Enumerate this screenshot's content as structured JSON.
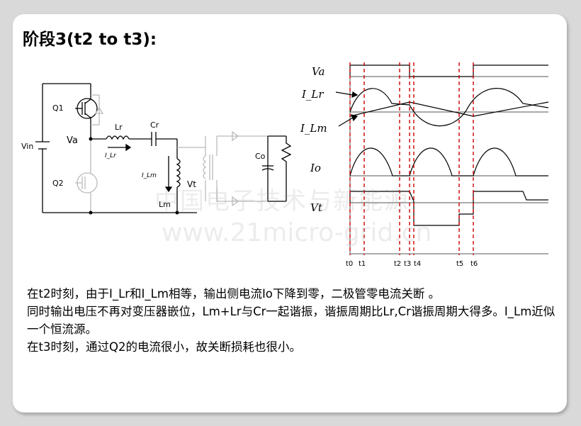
{
  "title": "阶段3(t2 to t3):",
  "circuit": {
    "q1": "Q1",
    "q2": "Q2",
    "vin": "Vin",
    "va": "Va",
    "lr": "Lr",
    "i_lr": "I_Lr",
    "cr": "Cr",
    "i_lm": "I_Lm",
    "lm": "Lm",
    "vt": "Vt",
    "co": "Co"
  },
  "waves": {
    "labels": [
      "Va",
      "I_Lr",
      "I_Lm",
      "Io",
      "Vt"
    ],
    "time_labels": [
      "t0",
      "t1",
      "t2",
      "t3",
      "t4",
      "t5",
      "t6"
    ]
  },
  "watermark": {
    "line1": "中国电子技术与新能源",
    "line2": "www.21micro-grid.cn"
  },
  "description": [
    "在t2时刻，由于I_Lr和I_Lm相等，输出侧电流Io下降到零，二极管零电流关断 。",
    "同时输出电压不再对变压器嵌位，Lm+Lr与Cr一起谐振，谐振周期比Lr,Cr谐振周期大得多。I_Lm近似一个恒流源。",
    "在t3时刻，通过Q2的电流很小，故关断损耗也很小。"
  ]
}
